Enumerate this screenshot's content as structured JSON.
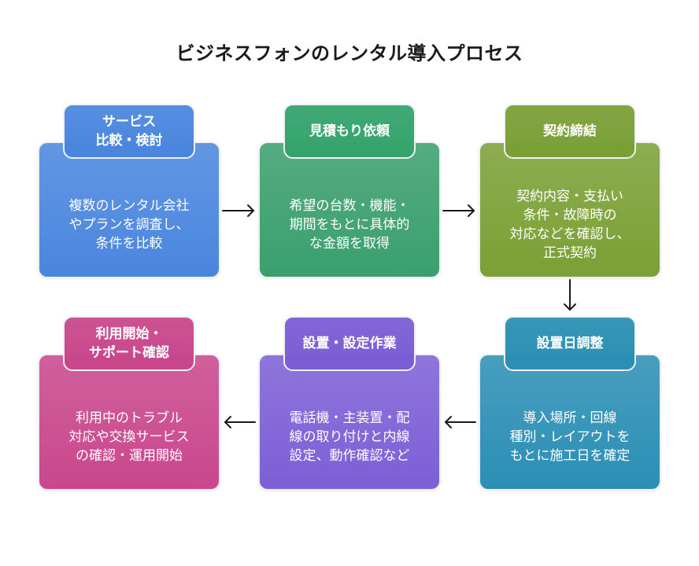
{
  "title": "ビジネスフォンのレンタル導入プロセス",
  "steps": [
    {
      "heading": "サービス\n比較・検討",
      "body": "複数のレンタル会社\nやプランを調査し、\n条件を比較",
      "card_color": "#4a86de",
      "tab_color": "#4a86de"
    },
    {
      "heading": "見積もり依頼",
      "body": "希望の台数・機能・\n期間をもとに具体的\nな金額を取得",
      "card_color": "#3a9f6e",
      "tab_color": "#34a36c"
    },
    {
      "heading": "契約締結",
      "body": "契約内容・支払い\n条件・故障時の\n対応などを確認し、\n正式契約",
      "card_color": "#7ba035",
      "tab_color": "#7a9f36"
    },
    {
      "heading": "設置日調整",
      "body": "導入場所・回線\n種別・レイアウトを\nもとに施工日を確定",
      "card_color": "#2b8fb5",
      "tab_color": "#2a8fb3"
    },
    {
      "heading": "設置・設定作業",
      "body": "電話機・主装置・配\n線の取り付けと内線\n設定、動作確認など",
      "card_color": "#7d5fd6",
      "tab_color": "#7a5cd4"
    },
    {
      "heading": "利用開始・\nサポート確認",
      "body": "利用中のトラブル\n対応や交換サービス\nの確認・運用開始",
      "card_color": "#c9478d",
      "tab_color": "#c8468c"
    }
  ],
  "arrow_color": "#1a1a1a"
}
